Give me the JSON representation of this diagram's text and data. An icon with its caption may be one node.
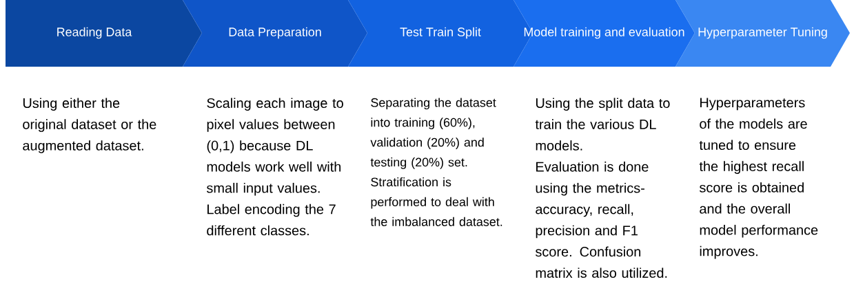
{
  "diagram": {
    "nodes": [
      {
        "text": [
          "Reading Data"
        ],
        "beside": [
          "Using either the original dataset or the augmented dataset."
        ]
      },
      {
        "text": [
          "Data Preparation"
        ],
        "beside": [
          "Scaling each image to pixel values between (0,1) because DL models work well with small input values.",
          "Label encoding the 7 different classes."
        ]
      },
      {
        "text": [
          "Test Train Split"
        ],
        "beside": [
          "Separating the dataset into training (60%), validation (20%) and testing (20%) set.",
          "Stratification is performed to deal with the imbalanced dataset."
        ]
      },
      {
        "text": [
          "Model training and evaluation"
        ],
        "beside": [
          "Using the split data to train the various DL models.",
          "Evaluation is done using the metrics- accuracy, recall, precision and F1 score. Confusion matrix is also utilized."
        ]
      },
      {
        "text": [
          "Hyperparameter Tuning"
        ],
        "beside": [
          "Hyperparameters of the models are tuned to ensure the highest recall score is obtained and the overall model performance improves."
        ]
      }
    ]
  }
}
